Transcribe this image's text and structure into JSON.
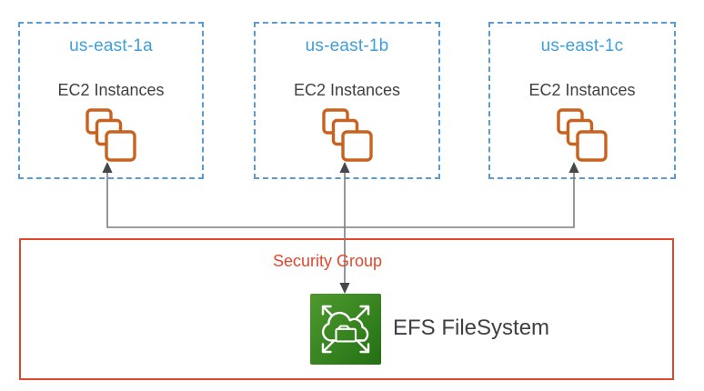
{
  "diagram": {
    "title_hint": "EFS shared across availability zones",
    "zones": [
      {
        "label": "us-east-1a",
        "service": "EC2 Instances",
        "icon": "ec2-stacked-squares"
      },
      {
        "label": "us-east-1b",
        "service": "EC2 Instances",
        "icon": "ec2-stacked-squares"
      },
      {
        "label": "us-east-1c",
        "service": "EC2 Instances",
        "icon": "ec2-stacked-squares"
      }
    ],
    "security_group": {
      "label": "Security Group"
    },
    "efs": {
      "label": "EFS FileSystem",
      "icon": "efs-cloud-folder-arrows"
    },
    "connections": [
      "us-east-1a EC2 Instances <- EFS FileSystem",
      "us-east-1b EC2 Instances <-> EFS FileSystem",
      "us-east-1c EC2 Instances <- EFS FileSystem"
    ],
    "colors": {
      "zone_border": "#5B9BD5",
      "zone_label_text": "#3F9FDB",
      "body_text": "#404040",
      "ec2_icon_stroke": "#C9621F",
      "security_group": "#E4482C",
      "connector_line": "#7A7E82",
      "connector_arrowhead": "#44484C",
      "efs_green_light": "#4E9A2E",
      "efs_green_dark": "#237014"
    }
  }
}
